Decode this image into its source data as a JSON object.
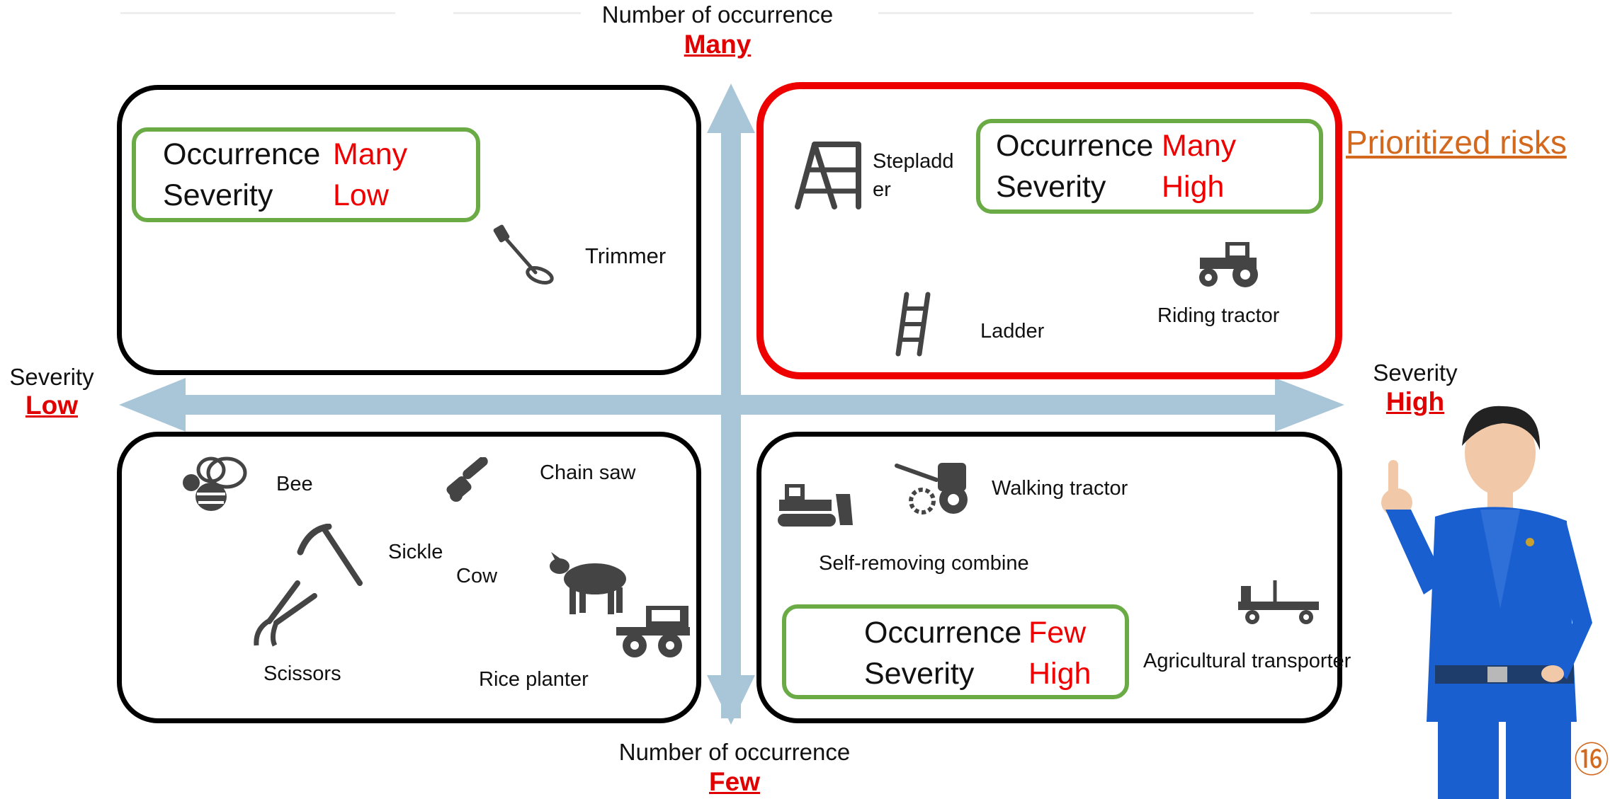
{
  "axes": {
    "top": {
      "title": "Number of occurrence",
      "level": "Many"
    },
    "bottom": {
      "title": "Number of occurrence",
      "level": "Few"
    },
    "left": {
      "title": "Severity",
      "level": "Low"
    },
    "right": {
      "title": "Severity",
      "level": "High"
    }
  },
  "quadrants": {
    "top_left": {
      "occurrence_label": "Occurrence",
      "occurrence_value": "Many",
      "severity_label": "Severity",
      "severity_value": "Low",
      "items": [
        "Trimmer"
      ]
    },
    "top_right": {
      "occurrence_label": "Occurrence",
      "occurrence_value": "Many",
      "severity_label": "Severity",
      "severity_value": "High",
      "items": [
        "Stepladd",
        "er",
        "Ladder",
        "Riding tractor"
      ]
    },
    "bottom_left": {
      "items": [
        "Bee",
        "Chain saw",
        "Sickle",
        "Cow",
        "Scissors",
        "Rice planter"
      ]
    },
    "bottom_right": {
      "occurrence_label": "Occurrence",
      "occurrence_value": "Few",
      "severity_label": "Severity",
      "severity_value": "High",
      "items": [
        "Walking tractor",
        "Self-removing combine",
        "Agricultural transporter"
      ]
    }
  },
  "prioritized_label": "Prioritized risks",
  "page_number": "⑯",
  "colors": {
    "axis_arrow": "#a9c6d8",
    "emphasis_red": "#e00000",
    "legend_green": "#6aab45",
    "prioritized_orange": "#d2691e",
    "presenter_suit": "#1a5fd0"
  },
  "icons": [
    "trimmer-icon",
    "stepladder-icon",
    "ladder-icon",
    "riding-tractor-icon",
    "bee-icon",
    "chainsaw-icon",
    "sickle-icon",
    "scissors-icon",
    "cow-icon",
    "rice-planter-icon",
    "bulldozer-icon",
    "walking-tractor-icon",
    "agricultural-transporter-icon"
  ]
}
